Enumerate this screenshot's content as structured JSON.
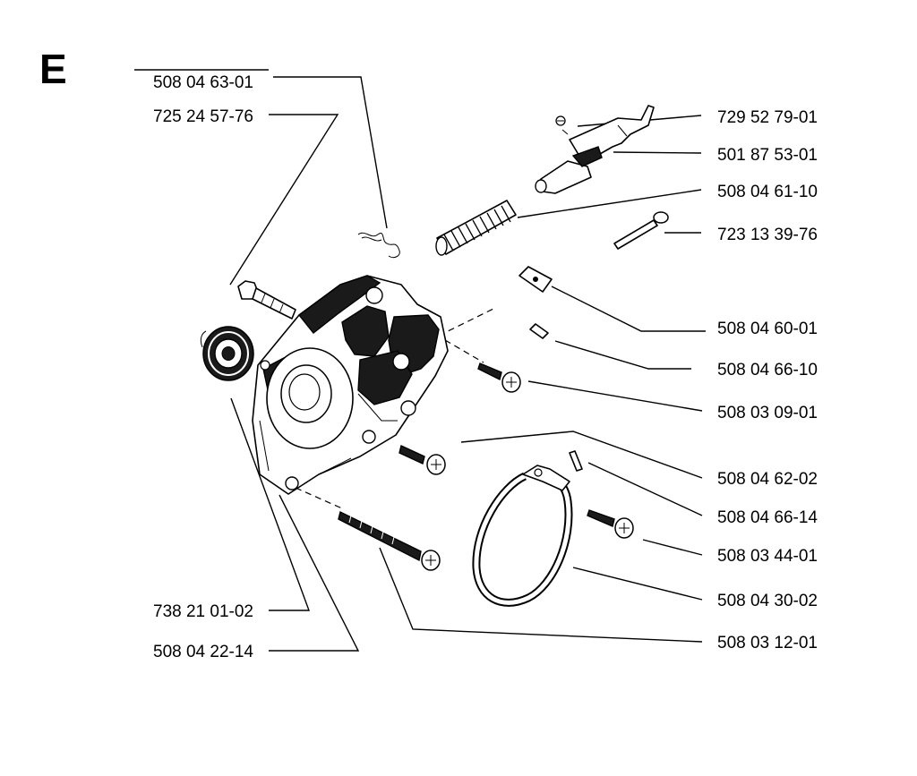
{
  "section_letter": "E",
  "part_numbers": [
    "508 04 63-01",
    "725 24 57-76",
    "729 52 79-01",
    "501 87 53-01",
    "508 04 61-10",
    "723 13 39-76",
    "508 04 60-01",
    "508 04 66-10",
    "508 03 09-01",
    "508 04 62-02",
    "508 04 66-14",
    "508 03 44-01",
    "508 04 30-02",
    "508 03 12-01",
    "738 21 01-02",
    "508 04 22-14"
  ]
}
